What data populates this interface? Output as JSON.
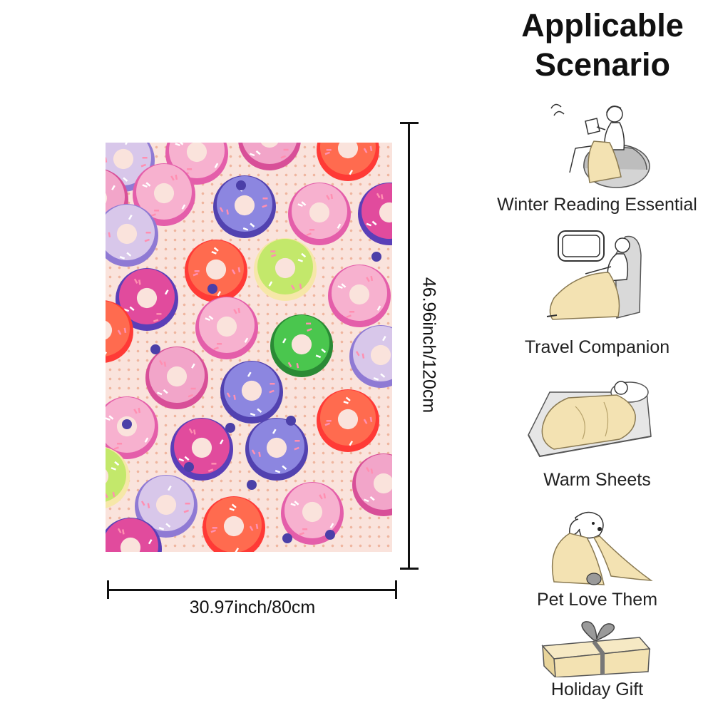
{
  "product": {
    "width_label": "30.97inch/80cm",
    "height_label": "46.96inch/120cm"
  },
  "panel": {
    "title_line1": "Applicable",
    "title_line2": "Scenario",
    "scenarios": [
      {
        "label": "Winter Reading Essential",
        "icon": "reading-person-icon"
      },
      {
        "label": "Travel Companion",
        "icon": "travel-seat-icon"
      },
      {
        "label": "Warm Sheets",
        "icon": "bed-sleeping-icon"
      },
      {
        "label": "Pet Love Them",
        "icon": "dog-blanket-icon"
      },
      {
        "label": "Holiday Gift",
        "icon": "gift-box-icon"
      }
    ]
  },
  "colors": {
    "background": "#fae3dc",
    "dot": "#efb59f",
    "blanket_fabric": "#f3e2b2"
  }
}
